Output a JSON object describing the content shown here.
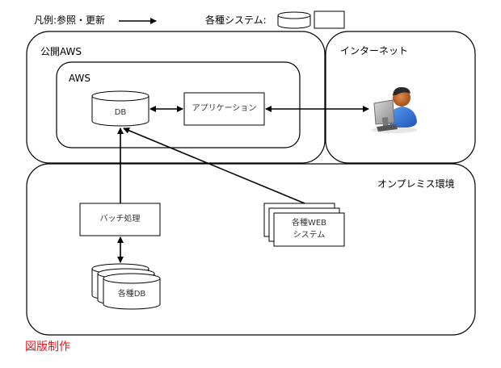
{
  "legend": {
    "arrow_label": "凡例:参照・更新",
    "systems_label": "各種システム:"
  },
  "zones": {
    "public_aws": "公開AWS",
    "aws": "AWS",
    "internet": "インターネット",
    "onpremise": "オンプレミス環境"
  },
  "nodes": {
    "db": "DB",
    "application": "アプリケーション",
    "batch": "バッチ処理",
    "various_db": "各種DB",
    "web_line1": "各種WEB",
    "web_line2": "システム",
    "user": "user-at-computer-icon"
  },
  "footer": {
    "credit": "図版制作"
  },
  "colors": {
    "credit": "#e8141c",
    "line": "#000000"
  }
}
